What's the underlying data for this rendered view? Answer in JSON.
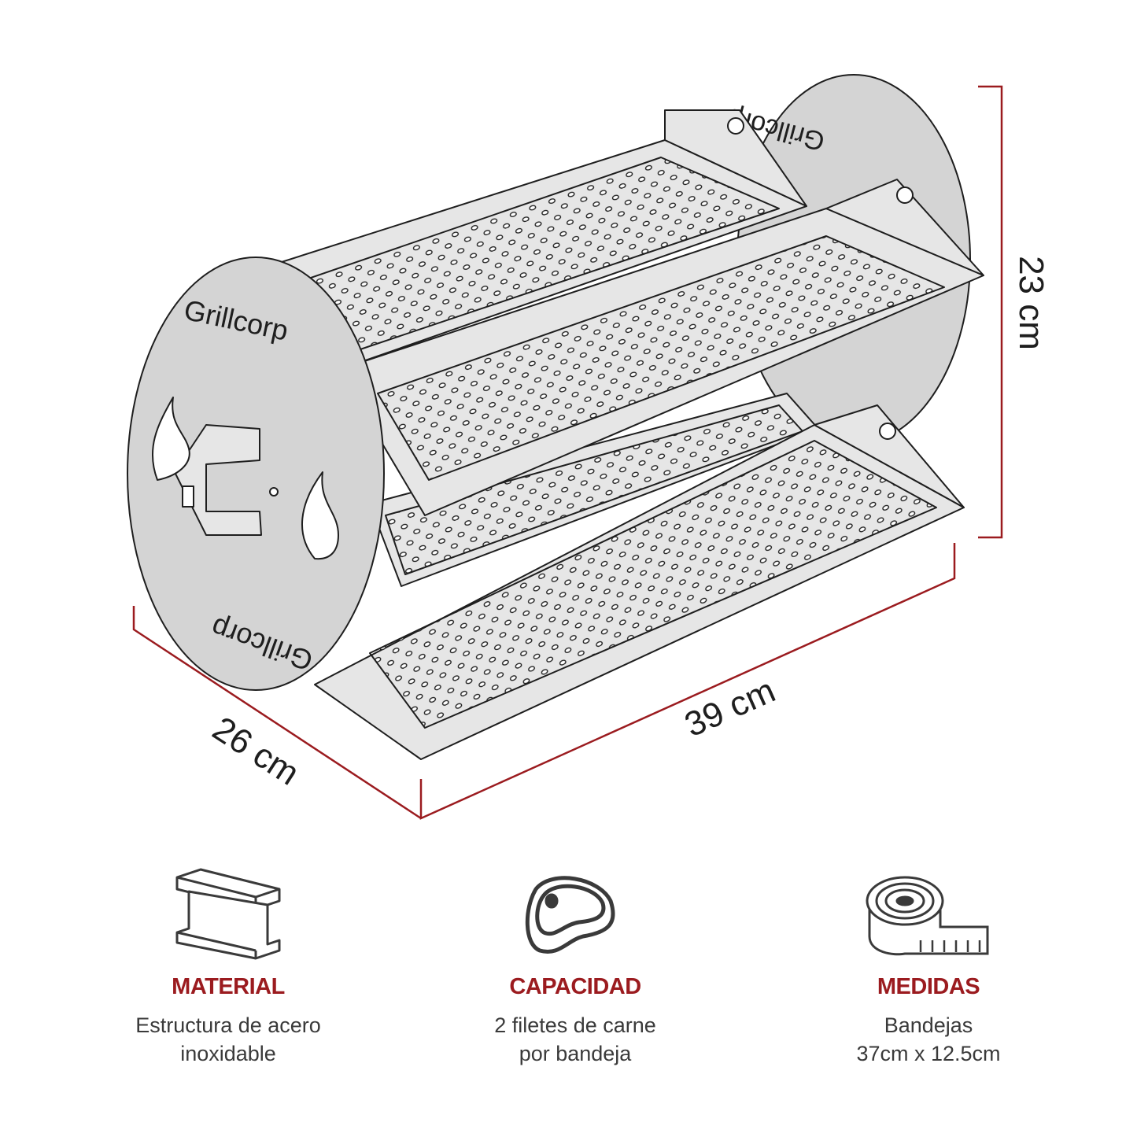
{
  "product": {
    "brand_logo_text": "Grillcorp",
    "dimensions": {
      "height": "23 cm",
      "length": "39 cm",
      "depth": "26 cm"
    }
  },
  "features": [
    {
      "icon": "steel-beam-icon",
      "title": "MATERIAL",
      "line1": "Estructura de acero",
      "line2": "inoxidable"
    },
    {
      "icon": "steak-icon",
      "title": "CAPACIDAD",
      "line1": "2 filetes de carne",
      "line2": "por bandeja"
    },
    {
      "icon": "measuring-tape-icon",
      "title": "MEDIDAS",
      "line1": "Bandejas",
      "line2": "37cm x 12.5cm"
    }
  ],
  "colors": {
    "accent": "#9b1b1f",
    "steel": "#e6e6e6",
    "disc": "#d4d4d4",
    "outline": "#1e1e1e"
  }
}
